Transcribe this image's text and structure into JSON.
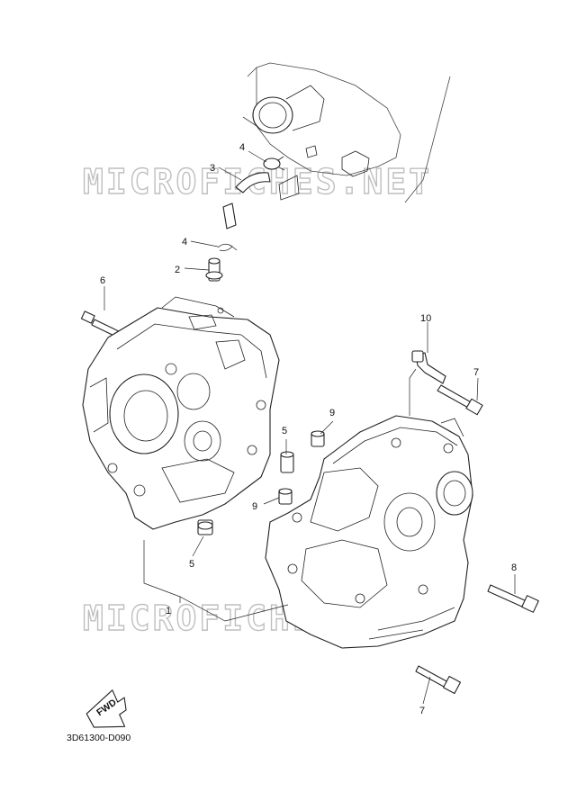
{
  "watermark": "MICROFICHES.NET",
  "reference_code": "3D61300-D090",
  "fwd_label": "FWD",
  "callouts": {
    "c1": "1",
    "c2": "2",
    "c3": "3",
    "c4a": "4",
    "c4b": "4",
    "c5a": "5",
    "c5b": "5",
    "c6": "6",
    "c7a": "7",
    "c7b": "7",
    "c8": "8",
    "c9a": "9",
    "c9b": "9",
    "c10": "10"
  }
}
